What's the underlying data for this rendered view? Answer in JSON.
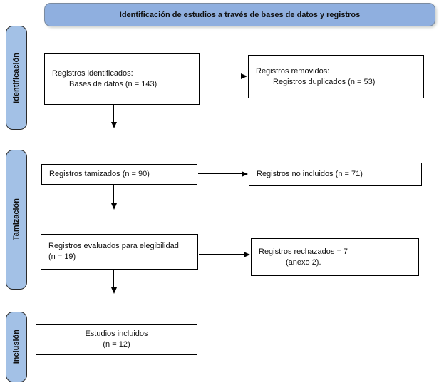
{
  "header": {
    "title": "Identificación de estudios a través de bases de datos y registros"
  },
  "stages": [
    {
      "label": "Identificación"
    },
    {
      "label": "Tamización"
    },
    {
      "label": "Inclusión"
    }
  ],
  "boxes": {
    "identified": {
      "line1": "Registros identificados:",
      "line2": "Bases de datos (n = 143)"
    },
    "removed": {
      "line1": "Registros removidos:",
      "line2": "Registros duplicados (n = 53)"
    },
    "screened": {
      "line1": "Registros tamizados (n = 90)"
    },
    "not_included": {
      "line1": "Registros no incluidos (n = 71)"
    },
    "assessed": {
      "line1": "Registros evaluados para elegibilidad",
      "line2": "(n = 19)"
    },
    "rejected": {
      "line1": "Registros rechazados = 7",
      "line2": "(anexo 2)."
    },
    "included": {
      "line1": "Estudios incluidos",
      "line2": "(n = 12)"
    }
  },
  "colors": {
    "banner_fill": "#8fafdf",
    "banner_border": "#7b8ba0",
    "stage_fill": "#a3c1e6",
    "stage_border": "#2a2a2a",
    "box_border": "#000000",
    "arrow": "#000000"
  }
}
